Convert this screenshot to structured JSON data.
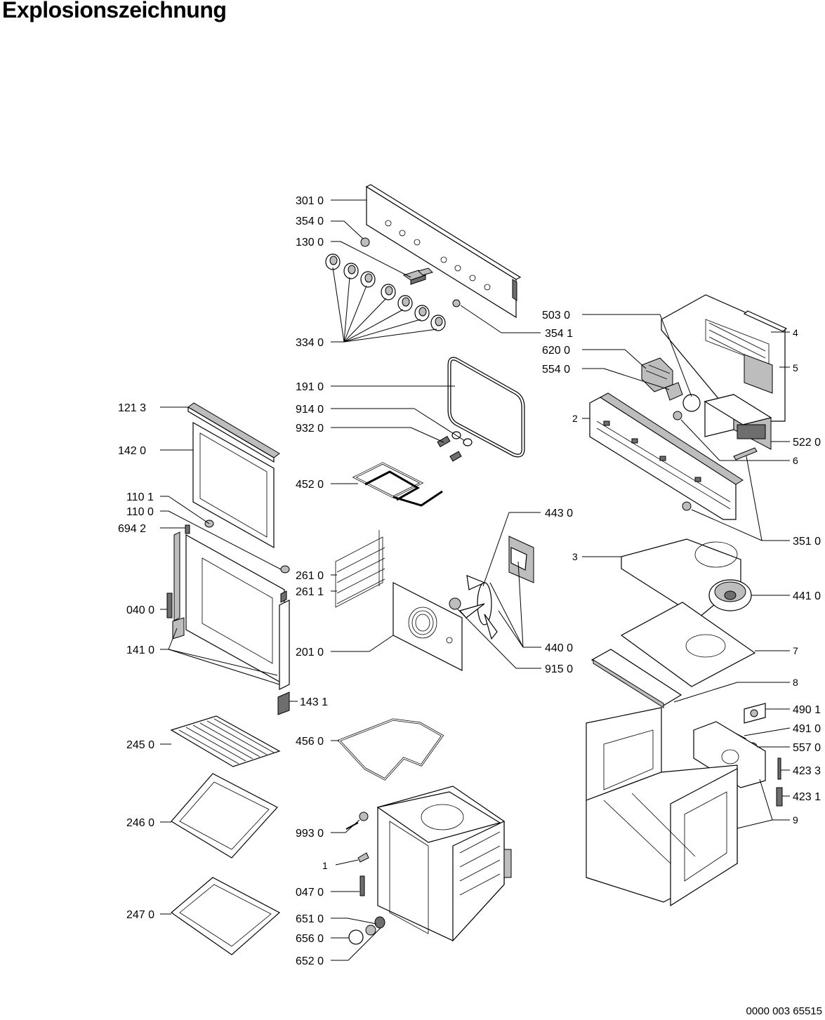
{
  "title": "Explosionszeichnung",
  "document_number": "0000 003 65515",
  "part_labels": {
    "p301_0": "301 0",
    "p354_0": "354 0",
    "p130_0": "130 0",
    "p334_0": "334 0",
    "p354_1": "354 1",
    "p503_0": "503 0",
    "p620_0": "620 0",
    "p554_0": "554 0",
    "p4": "4",
    "p5": "5",
    "p2": "2",
    "p522_0": "522 0",
    "p6": "6",
    "p351_0": "351 0",
    "p191_0": "191 0",
    "p914_0": "914 0",
    "p932_0": "932 0",
    "p452_0": "452 0",
    "p121_3": "121 3",
    "p142_0": "142 0",
    "p110_1": "110 1",
    "p110_0": "110 0",
    "p694_2": "694 2",
    "p040_0": "040 0",
    "p141_0": "141 0",
    "p143_1": "143 1",
    "p261_0": "261 0",
    "p261_1": "261 1",
    "p201_0": "201 0",
    "p443_0": "443 0",
    "p440_0": "440 0",
    "p915_0": "915 0",
    "p3": "3",
    "p441_0": "441 0",
    "p7": "7",
    "p8": "8",
    "p490_1": "490 1",
    "p491_0": "491 0",
    "p557_0": "557 0",
    "p423_3": "423 3",
    "p423_1": "423 1",
    "p9": "9",
    "p245_0": "245 0",
    "p456_0": "456 0",
    "p246_0": "246 0",
    "p247_0": "247 0",
    "p993_0": "993 0",
    "p1": "1",
    "p047_0": "047 0",
    "p651_0": "651 0",
    "p656_0": "656 0",
    "p652_0": "652 0"
  }
}
